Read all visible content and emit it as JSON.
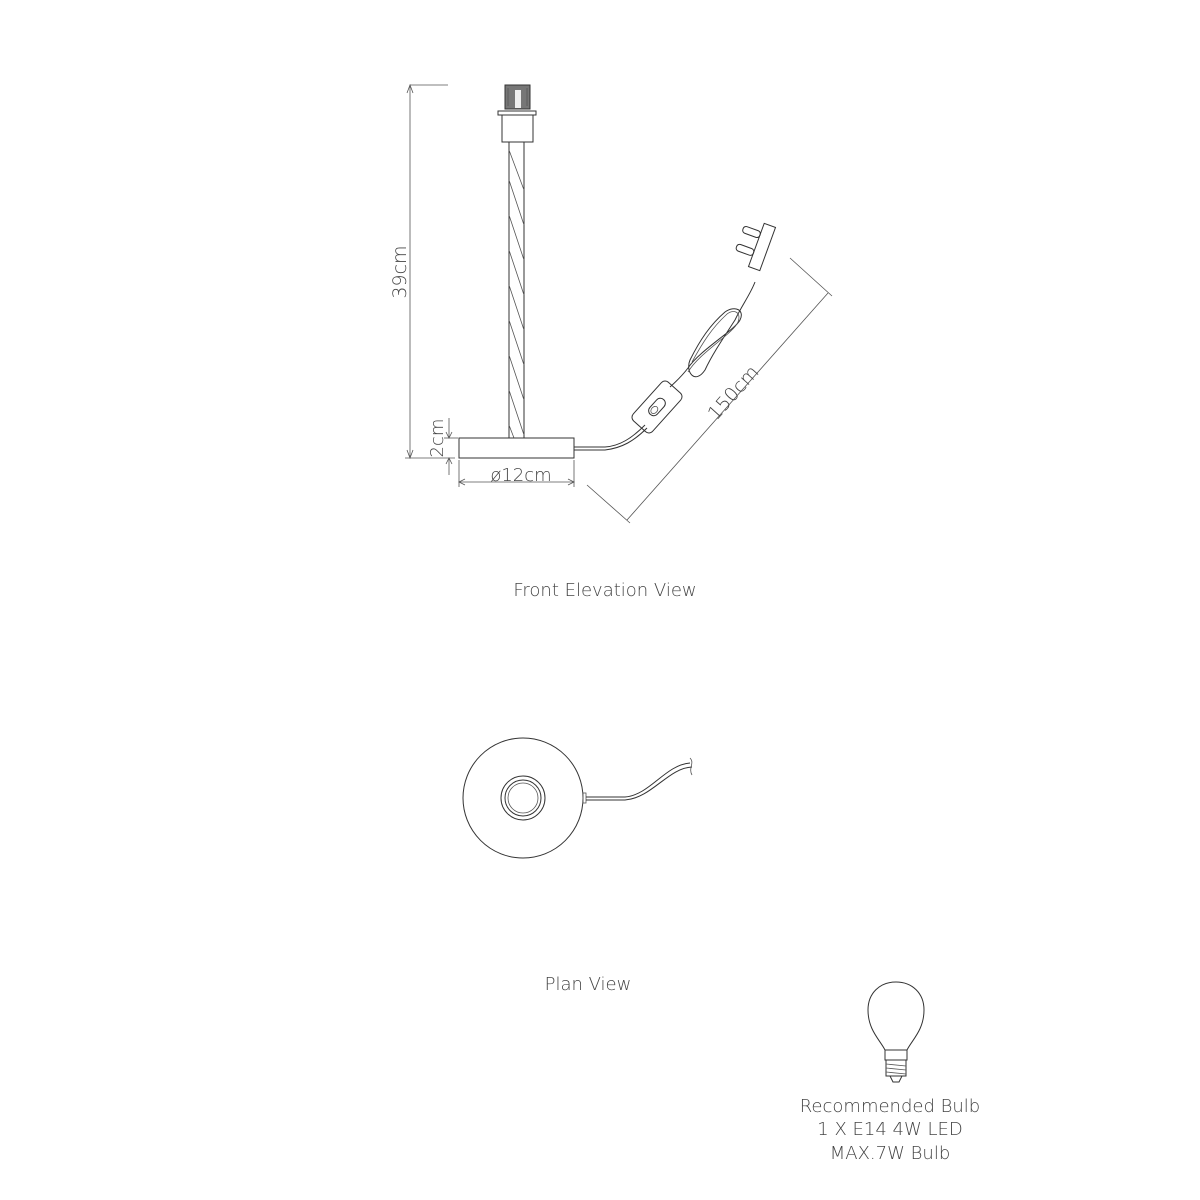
{
  "front_view": {
    "title": "Front Elevation View",
    "height_label": "39cm",
    "base_height_label": "2cm",
    "base_diameter_label": "ø12cm",
    "cable_length_label": "150cm"
  },
  "plan_view": {
    "title": "Plan View"
  },
  "bulb": {
    "line1": "Recommended Bulb",
    "line2": "1 X E14 4W LED",
    "line3": "MAX.7W Bulb"
  }
}
